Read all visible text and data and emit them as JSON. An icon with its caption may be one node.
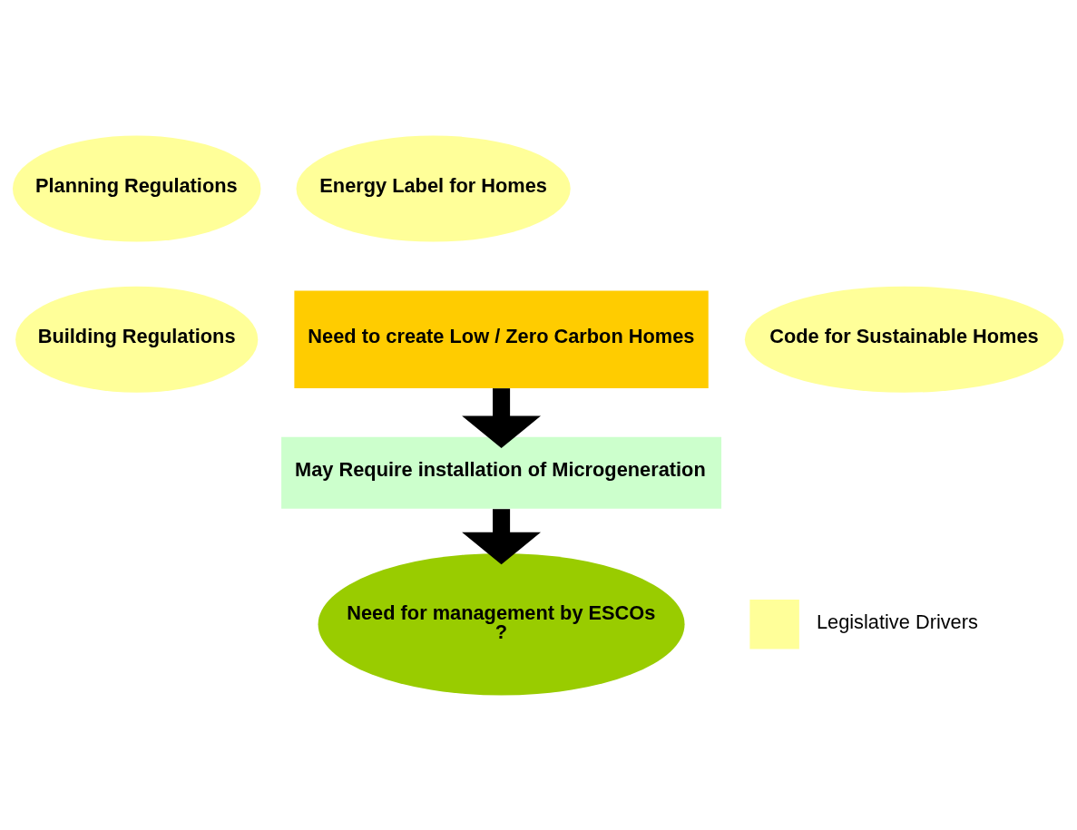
{
  "diagram": {
    "nodes": [
      {
        "text": [
          "Planning Regulations"
        ]
      },
      {
        "text": [
          "Energy Label for Homes"
        ]
      },
      {
        "text": [
          "Need to create Low / Zero Carbon Homes"
        ]
      },
      {
        "text": [
          "Building Regulations"
        ]
      },
      {
        "text": [
          "Code for Sustainable Homes"
        ]
      },
      {
        "text": [
          "May Require installation of Microgeneration"
        ]
      },
      {
        "text": [
          "Need for management by ESCOs",
          "?"
        ]
      }
    ],
    "edges": [
      {
        "from": 2,
        "to": 5,
        "arrow": "to"
      },
      {
        "from": 5,
        "to": 6,
        "arrow": "to"
      }
    ],
    "legend": [
      {
        "text": "Legislative Drivers",
        "color": "#ffff99"
      }
    ]
  }
}
